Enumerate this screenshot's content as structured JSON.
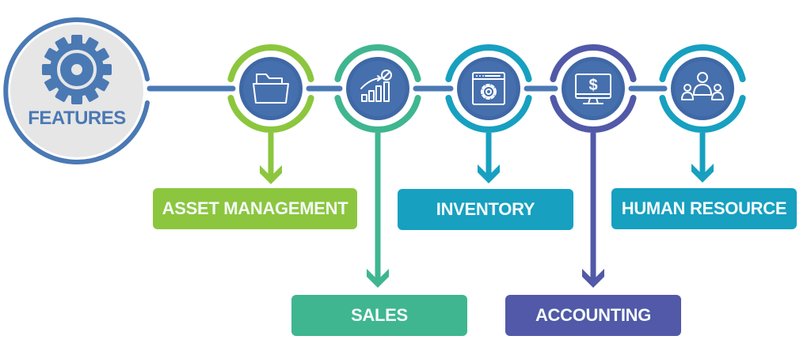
{
  "hub": {
    "title": "FEATURES",
    "icon": "gear-icon",
    "color": "#4a79b4",
    "fill": "#e6e6e6"
  },
  "connector_color": "#4a79b4",
  "node_fill": "#3f68a6",
  "features": [
    {
      "id": "asset-management",
      "label": "ASSET MANAGEMENT",
      "icon": "folder-icon",
      "color": "#8cc63e",
      "label_level": "upper"
    },
    {
      "id": "sales",
      "label": "SALES",
      "icon": "growth-chart-icon",
      "color": "#3fb690",
      "label_level": "lower"
    },
    {
      "id": "inventory",
      "label": "INVENTORY",
      "icon": "window-settings-icon",
      "color": "#17a0c0",
      "label_level": "upper"
    },
    {
      "id": "accounting",
      "label": "ACCOUNTING",
      "icon": "monitor-dollar-icon",
      "color": "#5159a8",
      "label_level": "lower"
    },
    {
      "id": "human-resource",
      "label": "HUMAN RESOURCE",
      "icon": "people-group-icon",
      "color": "#17a0c0",
      "label_level": "upper"
    }
  ]
}
